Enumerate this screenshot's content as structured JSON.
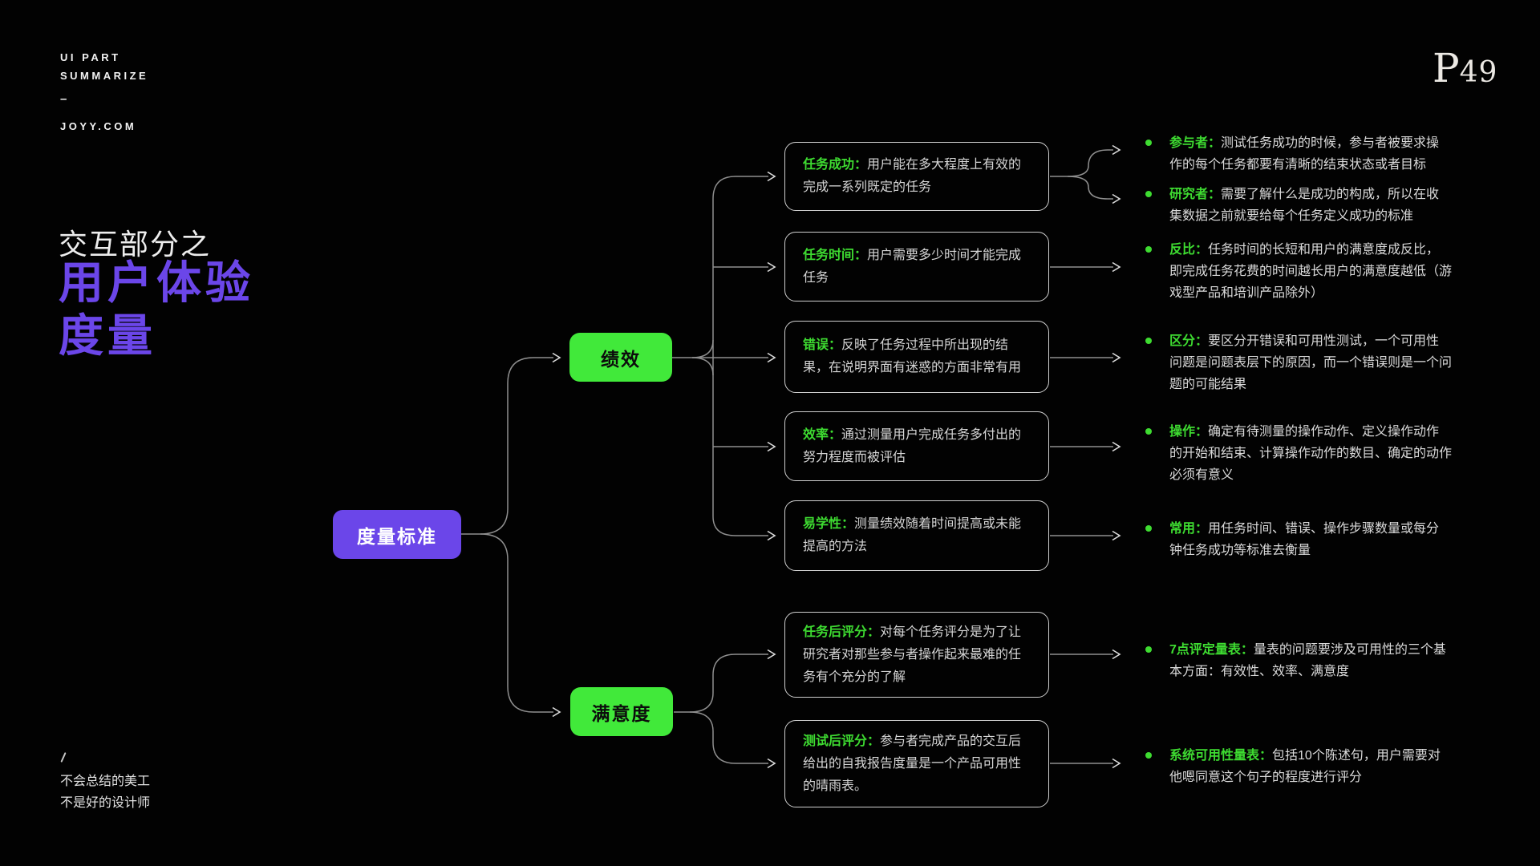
{
  "header": {
    "line1": "UI PART",
    "line2": "SUMMARIZE",
    "separator": "–",
    "line3": "JOYY.COM"
  },
  "page_number": {
    "prefix": "P",
    "number": "49"
  },
  "title": {
    "kicker": "交互部分之",
    "line1": "用户体验",
    "line2": "度量"
  },
  "root_label": "度量标准",
  "branches": [
    {
      "label": "绩效"
    },
    {
      "label": "满意度"
    }
  ],
  "cards": [
    {
      "label": "任务成功：",
      "text": "用户能在多大程度上有效的完成一系列既定的任务"
    },
    {
      "label": "任务时间：",
      "text": "用户需要多少时间才能完成任务"
    },
    {
      "label": "错误：",
      "text": "反映了任务过程中所出现的结果，在说明界面有迷惑的方面非常有用"
    },
    {
      "label": "效率：",
      "text": "通过测量用户完成任务多付出的努力程度而被评估"
    },
    {
      "label": "易学性：",
      "text": "测量绩效随着时间提高或未能提高的方法"
    },
    {
      "label": "任务后评分：",
      "text": "对每个任务评分是为了让研究者对那些参与者操作起来最难的任务有个充分的了解"
    },
    {
      "label": "测试后评分：",
      "text": "参与者完成产品的交互后给出的自我报告度量是一个产品可用性的晴雨表。"
    }
  ],
  "bullets": [
    {
      "label": "参与者：",
      "text": "测试任务成功的时候，参与者被要求操作的每个任务都要有清晰的结束状态或者目标"
    },
    {
      "label": "研究者：",
      "text": "需要了解什么是成功的构成，所以在收集数据之前就要给每个任务定义成功的标准"
    },
    {
      "label": "反比：",
      "text": "任务时间的长短和用户的满意度成反比，即完成任务花费的时间越长用户的满意度越低（游戏型产品和培训产品除外）"
    },
    {
      "label": "区分：",
      "text": "要区分开错误和可用性测试，一个可用性问题是问题表层下的原因，而一个错误则是一个问题的可能结果"
    },
    {
      "label": "操作：",
      "text": "确定有待测量的操作动作、定义操作动作的开始和结束、计算操作动作的数目、确定的动作必须有意义"
    },
    {
      "label": "常用：",
      "text": "用任务时间、错误、操作步骤数量或每分钟任务成功等标准去衡量"
    },
    {
      "label": "7点评定量表：",
      "text": "量表的问题要涉及可用性的三个基本方面：有效性、效率、满意度"
    },
    {
      "label": "系统可用性量表：",
      "text": "包括10个陈述句，用户需要对他嗯同意这个句子的程度进行评分"
    }
  ],
  "footer": {
    "line1": "不会总结的美工",
    "line2": "不是好的设计师"
  },
  "colors": {
    "background": "#020202",
    "accent_purple": "#6b46e9",
    "accent_green": "#41e93a",
    "label_green": "#3edc31",
    "card_border": "#cfcfcf",
    "body_text": "#d6d6d6"
  }
}
